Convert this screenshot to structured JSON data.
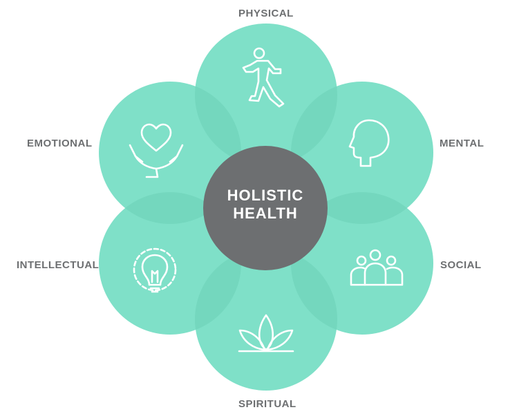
{
  "diagram": {
    "center": {
      "line1": "HOLISTIC",
      "line2": "HEALTH"
    },
    "petals": [
      {
        "label": "PHYSICAL",
        "icon": "walking-person-icon"
      },
      {
        "label": "MENTAL",
        "icon": "head-profile-icon"
      },
      {
        "label": "SOCIAL",
        "icon": "group-people-icon"
      },
      {
        "label": "SPIRITUAL",
        "icon": "lotus-icon"
      },
      {
        "label": "INTELLECTUAL",
        "icon": "lightbulb-gear-icon"
      },
      {
        "label": "EMOTIONAL",
        "icon": "heart-in-hands-icon"
      }
    ]
  },
  "colors": {
    "petal": "#7fe0c8",
    "petal_overlap": "#6fcfb6",
    "center": "#6d6f71",
    "label_text": "#6d6f71",
    "icon_stroke": "#ffffff"
  }
}
